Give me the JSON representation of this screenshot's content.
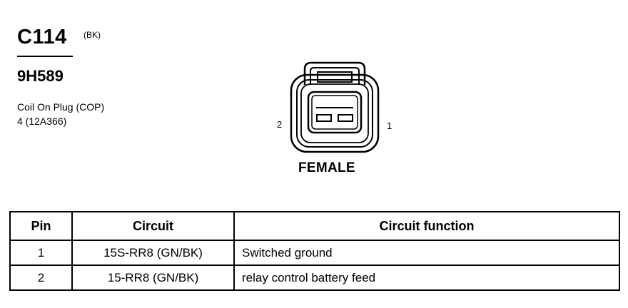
{
  "connector": {
    "id": "C114",
    "color": "(BK)",
    "part_number": "9H589",
    "description_line1": "Coil On Plug (COP)",
    "description_line2": "4 (12A366)"
  },
  "face_view": {
    "gender": "FEMALE",
    "pin_left": "2",
    "pin_right": "1"
  },
  "table": {
    "headers": [
      "Pin",
      "Circuit",
      "Circuit function"
    ],
    "rows": [
      {
        "pin": "1",
        "circuit": "15S-RR8 (GN/BK)",
        "function": "Switched ground"
      },
      {
        "pin": "2",
        "circuit": "15-RR8 (GN/BK)",
        "function": "relay control battery feed"
      }
    ]
  }
}
